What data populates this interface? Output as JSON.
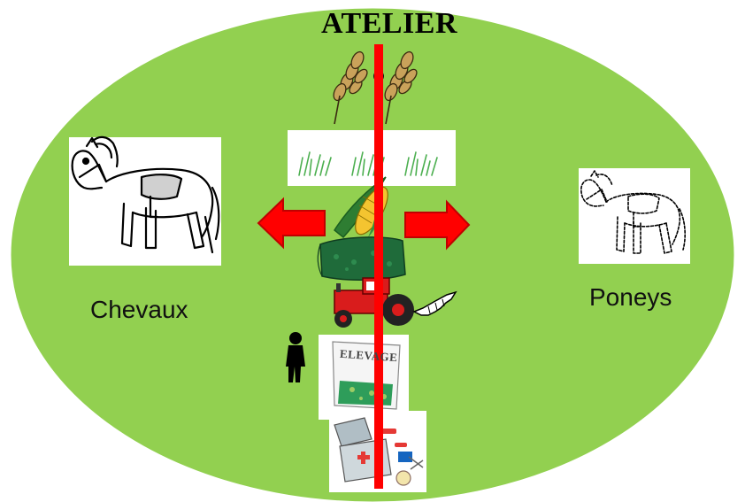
{
  "diagram": {
    "title": "ATELIER",
    "left_label": "Chevaux",
    "right_label": "Poneys",
    "feed_bag_text": "ELEVAGE",
    "colors": {
      "ellipse_fill": "#92d050",
      "ellipse_stroke": "#ffffff",
      "divider": "#ff0000",
      "arrow_fill": "#ff0000",
      "arrow_stroke": "#c00000",
      "tractor": "#d91c1c",
      "bale": "#1f6b3a"
    },
    "icons": [
      "wheat-icon",
      "grass-icon",
      "corn-icon",
      "hay-bale-icon",
      "tractor-icon",
      "person-icon",
      "feed-bag-icon",
      "first-aid-kit-icon",
      "horse-icon",
      "pony-icon",
      "arrow-left-icon",
      "arrow-right-icon"
    ]
  }
}
